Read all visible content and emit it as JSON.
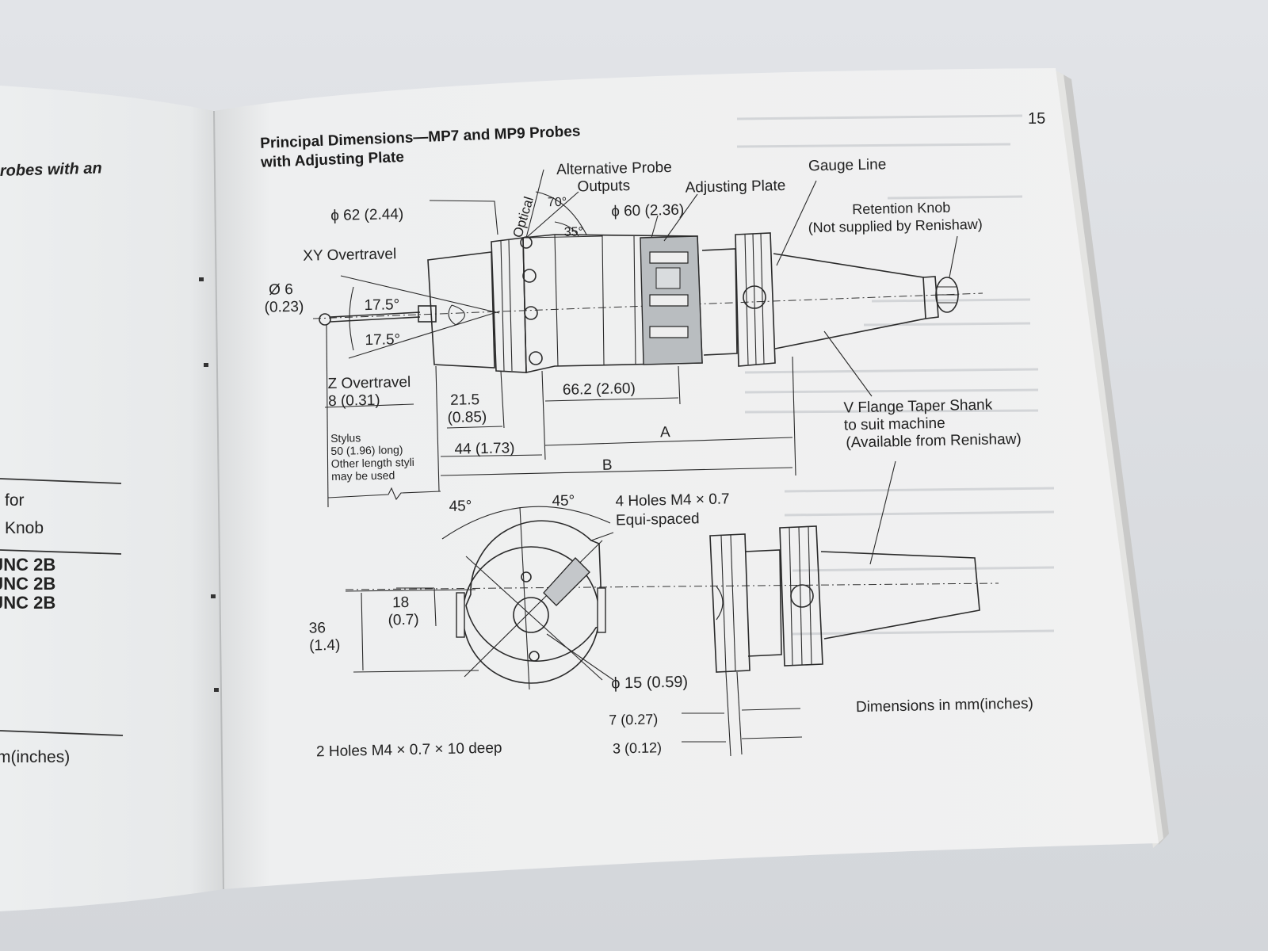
{
  "page": {
    "title_line1": "Principal Dimensions—MP7 and MP9 Probes",
    "title_line2": "with Adjusting Plate",
    "page_number": "15",
    "units_note": "Dimensions in mm(inches)"
  },
  "left_page": {
    "heading_fragment": "robes with an",
    "table_header_1": "for",
    "table_header_2": "Knob",
    "table_rows": [
      "JNC 2B",
      "JNC 2B",
      "JNC 2B"
    ],
    "footer_fragment": "m(inches)"
  },
  "side_view_labels": {
    "alt_outputs_1": "Alternative Probe",
    "alt_outputs_2": "Outputs",
    "optical": "Optical",
    "angle_70": "70°",
    "angle_35": "35°",
    "adjusting_plate": "Adjusting Plate",
    "gauge_line": "Gauge Line",
    "retention_knob_1": "Retention Knob",
    "retention_knob_2": "(Not supplied by Renishaw)",
    "dia_62": "ϕ 62 (2.44)",
    "dia_60": "ϕ 60 (2.36)",
    "xy_overtravel": "XY Overtravel",
    "stylus_dia_1": "Ø 6",
    "stylus_dia_2": "(0.23)",
    "angle_upper": "17.5°",
    "angle_lower": "17.5°",
    "z_overtravel_1": "Z Overtravel",
    "z_overtravel_2": "8 (0.31)",
    "dim_21_5_1": "21.5",
    "dim_21_5_2": "(0.85)",
    "dim_66_2": "66.2 (2.60)",
    "dim_44": "44 (1.73)",
    "dim_A": "A",
    "dim_B": "B",
    "stylus_note_1": "Stylus",
    "stylus_note_2": "50 (1.96) long)",
    "stylus_note_3": "Other length styli",
    "stylus_note_4": "may be used",
    "v_flange_1": "V Flange Taper Shank",
    "v_flange_2": "to suit machine",
    "v_flange_3": "(Available from Renishaw)"
  },
  "end_view_labels": {
    "angle_left": "45°",
    "angle_right": "45°",
    "holes_4_1": "4 Holes M4 × 0.7",
    "holes_4_2": "Equi-spaced",
    "dim_18_1": "18",
    "dim_18_2": "(0.7)",
    "dim_36_1": "36",
    "dim_36_2": "(1.4)",
    "dia_15": "ϕ 15 (0.59)",
    "holes_2": "2 Holes M4 × 0.7 × 10 deep",
    "dim_7": "7 (0.27)",
    "dim_3": "3 (0.12)"
  }
}
